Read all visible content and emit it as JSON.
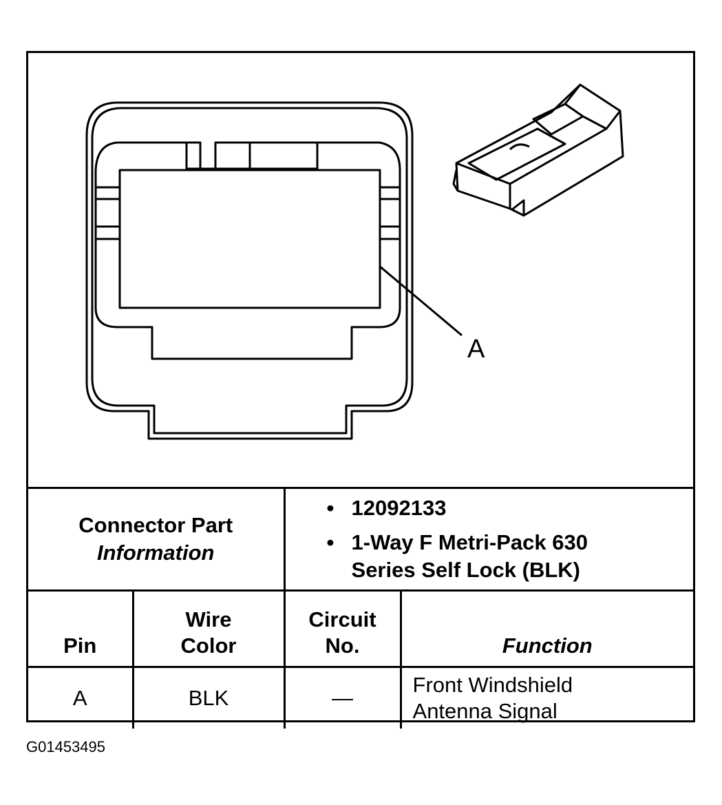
{
  "diagram": {
    "callout_label": "A"
  },
  "connector_info": {
    "label_line1": "Connector Part",
    "label_line2": "Information",
    "values": [
      "12092133",
      "1-Way F Metri-Pack 630 Series Self Lock (BLK)"
    ]
  },
  "pin_table": {
    "headers": {
      "pin": "Pin",
      "wire_color_line1": "Wire",
      "wire_color_line2": "Color",
      "circuit_line1": "Circuit",
      "circuit_line2": "No.",
      "function": "Function"
    },
    "rows": [
      {
        "pin": "A",
        "wire_color": "BLK",
        "circuit": "—",
        "function_line1": "Front Windshield",
        "function_line2": "Antenna Signal"
      }
    ]
  },
  "figure_id": "G01453495"
}
